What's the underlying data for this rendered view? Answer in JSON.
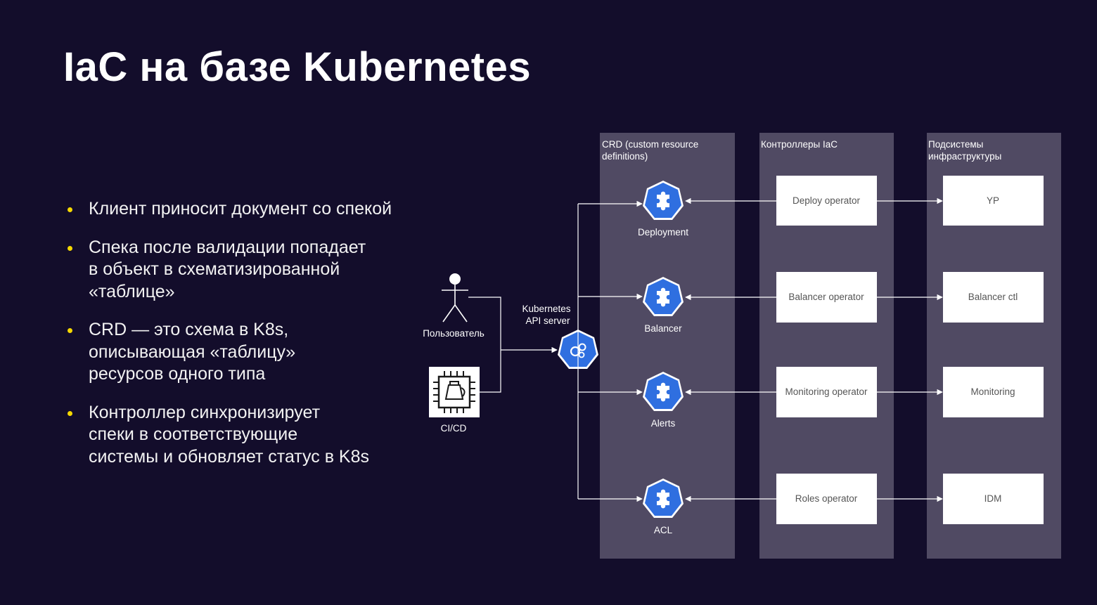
{
  "slide": {
    "title": "IaC на базе Kubernetes"
  },
  "bullets": [
    "Клиент приносит документ со спекой",
    "Спека после валидации попадает\nв объект в схематизированной\n«таблице»",
    "CRD — это схема в K8s,\nописывающая «таблицу»\nресурсов одного типа",
    "Контроллер синхронизирует\nспеки в соответствующие\nсистемы и обновляет статус в K8s"
  ],
  "colors": {
    "background": "#130d2b",
    "bullet": "#f5d800",
    "column": "#504a63",
    "node": "#2f6fe0"
  },
  "diagram": {
    "columns": {
      "crd": [
        "CRD (custom resource",
        "definitions)"
      ],
      "controllers": [
        "Контроллеры IaC"
      ],
      "subsystems": [
        "Подсистемы",
        "инфраструктуры"
      ]
    },
    "actors": {
      "user": "Пользователь",
      "cicd": "CI/CD"
    },
    "api_server": [
      "Kubernetes",
      "API server"
    ],
    "crds": [
      "Deployment",
      "Balancer",
      "Alerts",
      "ACL"
    ],
    "operators": [
      "Deploy operator",
      "Balancer operator",
      "Monitoring operator",
      "Roles operator"
    ],
    "systems": [
      "YP",
      "Balancer ctl",
      "Monitoring",
      "IDM"
    ]
  }
}
